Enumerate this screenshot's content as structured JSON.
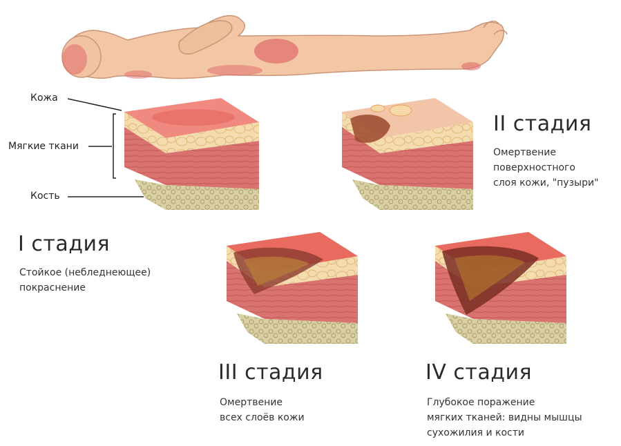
{
  "anatomy_labels": {
    "skin": "Кожа",
    "soft_tissue": "Мягкие ткани",
    "bone": "Кость"
  },
  "stages": [
    {
      "title": "I стадия",
      "desc_lines": [
        "Стойкое (небледнеющее)",
        "покраснение"
      ]
    },
    {
      "title": "II стадия",
      "desc_lines": [
        "Омертвение",
        "поверхностного",
        "слоя кожи, \"пузыри\""
      ]
    },
    {
      "title": "III стадия",
      "desc_lines": [
        "Омертвение",
        "всех слоёв кожи"
      ]
    },
    {
      "title": "IV стадия",
      "desc_lines": [
        "Глубокое поражение",
        "мягких тканей: видны мышцы",
        "сухожилия и кости"
      ]
    }
  ],
  "colors": {
    "skin_body": "#f3c7a6",
    "pressure_zone": "#e06a6a",
    "dermis": "#f1c9a0",
    "muscle": "#d9736f",
    "bone": "#d8cfa2",
    "necrosis": "#8c3b2e"
  }
}
